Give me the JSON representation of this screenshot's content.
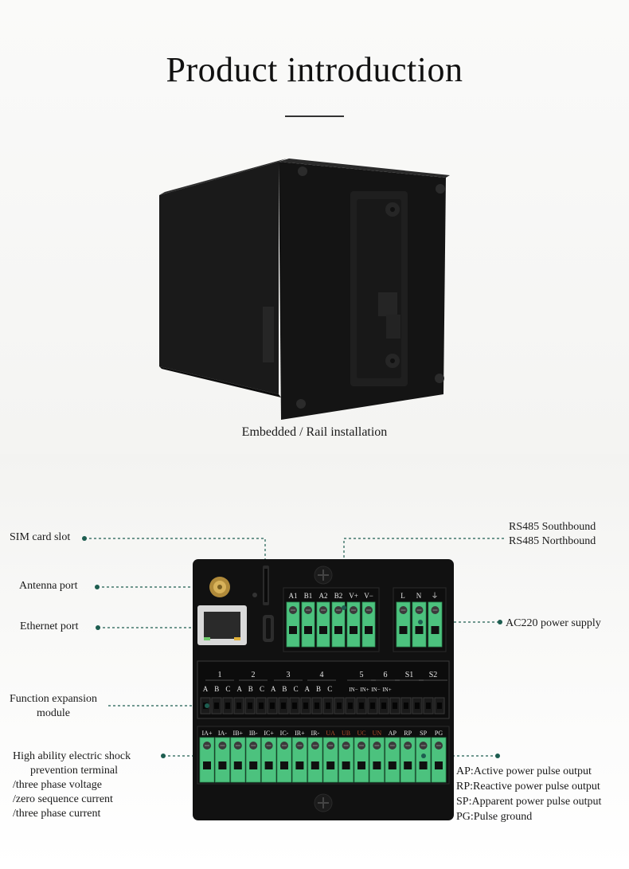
{
  "header": {
    "title": "Product introduction",
    "caption": "Embedded / Rail installation"
  },
  "device": {
    "io_top_left_labels": [
      "A1",
      "B1",
      "A2",
      "B2",
      "V+",
      "V−"
    ],
    "io_top_right_labels": [
      "L",
      "N",
      "⏚"
    ],
    "expansion_group_numbers": [
      "1",
      "2",
      "3",
      "4",
      "5",
      "6",
      "S1",
      "S2"
    ],
    "expansion_abc": [
      "A",
      "B",
      "C",
      "A",
      "B",
      "C",
      "A",
      "B",
      "C",
      "A",
      "B",
      "C"
    ],
    "expansion_in": [
      "IN−",
      "IN+",
      "IN−",
      "IN+"
    ],
    "bottom_terminal_labels": [
      "IA+",
      "IA-",
      "IB+",
      "IB-",
      "IC+",
      "IC-",
      "IR+",
      "IR-",
      "UA",
      "UB",
      "UC",
      "UN",
      "AP",
      "RP",
      "SP",
      "PG"
    ],
    "accent_color": "#1d5d50",
    "terminal_color": "#4cc27e",
    "voltage_label_color": "#b5502c"
  },
  "callouts": {
    "sim_card_slot": "SIM card slot",
    "antenna_port": "Antenna port",
    "ethernet_port": "Ethernet port",
    "function_expansion_line1": "Function expansion",
    "function_expansion_line2": "module",
    "shock_line1": "High ability electric shock",
    "shock_line2": "prevention terminal",
    "shock_line3": "/three phase voltage",
    "shock_line4": "/zero sequence current",
    "shock_line5": "/three phase current",
    "rs485_line1": "RS485 Southbound",
    "rs485_line2": "RS485 Northbound",
    "ac220": "AC220 power supply",
    "ap": "AP:Active power pulse output",
    "rp": "RP:Reactive power pulse output",
    "sp": "SP:Apparent power pulse output",
    "pg": "PG:Pulse ground"
  }
}
